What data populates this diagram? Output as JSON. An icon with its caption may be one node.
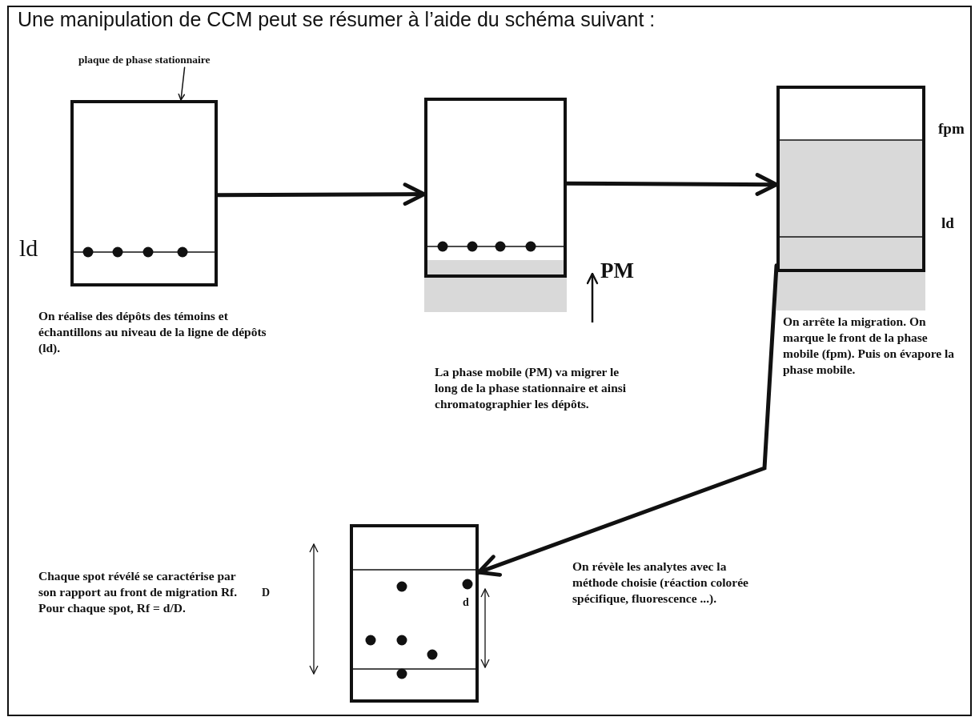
{
  "diagram": {
    "title": "Une manipulation de CCM peut se résumer à l’aide du schéma suivant :",
    "nodes": [
      {
        "text": [],
        "shape": "box"
      },
      {
        "text": [
          "plaque de phase stationnaire"
        ]
      },
      {
        "text": [],
        "shape": "box"
      },
      {
        "text": [],
        "shape": "box"
      },
      {
        "text": [],
        "shape": "box"
      }
    ],
    "edges": [
      {
        "from": 1,
        "to": 0,
        "arrow": "to"
      },
      {
        "from": 0,
        "to": 2,
        "arrow": "to"
      },
      {
        "from": 2,
        "to": 3,
        "arrow": "to"
      },
      {
        "from": 3,
        "to": 4,
        "arrow": "to"
      }
    ],
    "labels": [
      "ld",
      "PM",
      "fpm",
      "ld",
      "On réalise des dépôts des témoins et échantillons au niveau de la ligne de dépôts (ld).",
      "La phase mobile (PM) va migrer le long de la phase stationnaire et ainsi chromatographier les dépôts.",
      "On arrête la migration. On marque le front de la phase mobile (fpm). Puis on évapore la phase mobile.",
      "Chaque spot révélé se caractérise par son rapport au front de migration Rf. Pour chaque spot, Rf = d/D.",
      "D",
      "d",
      "On révèle les analytes avec la méthode choisie (réaction colorée spécifique, fluorescence ...)."
    ]
  }
}
